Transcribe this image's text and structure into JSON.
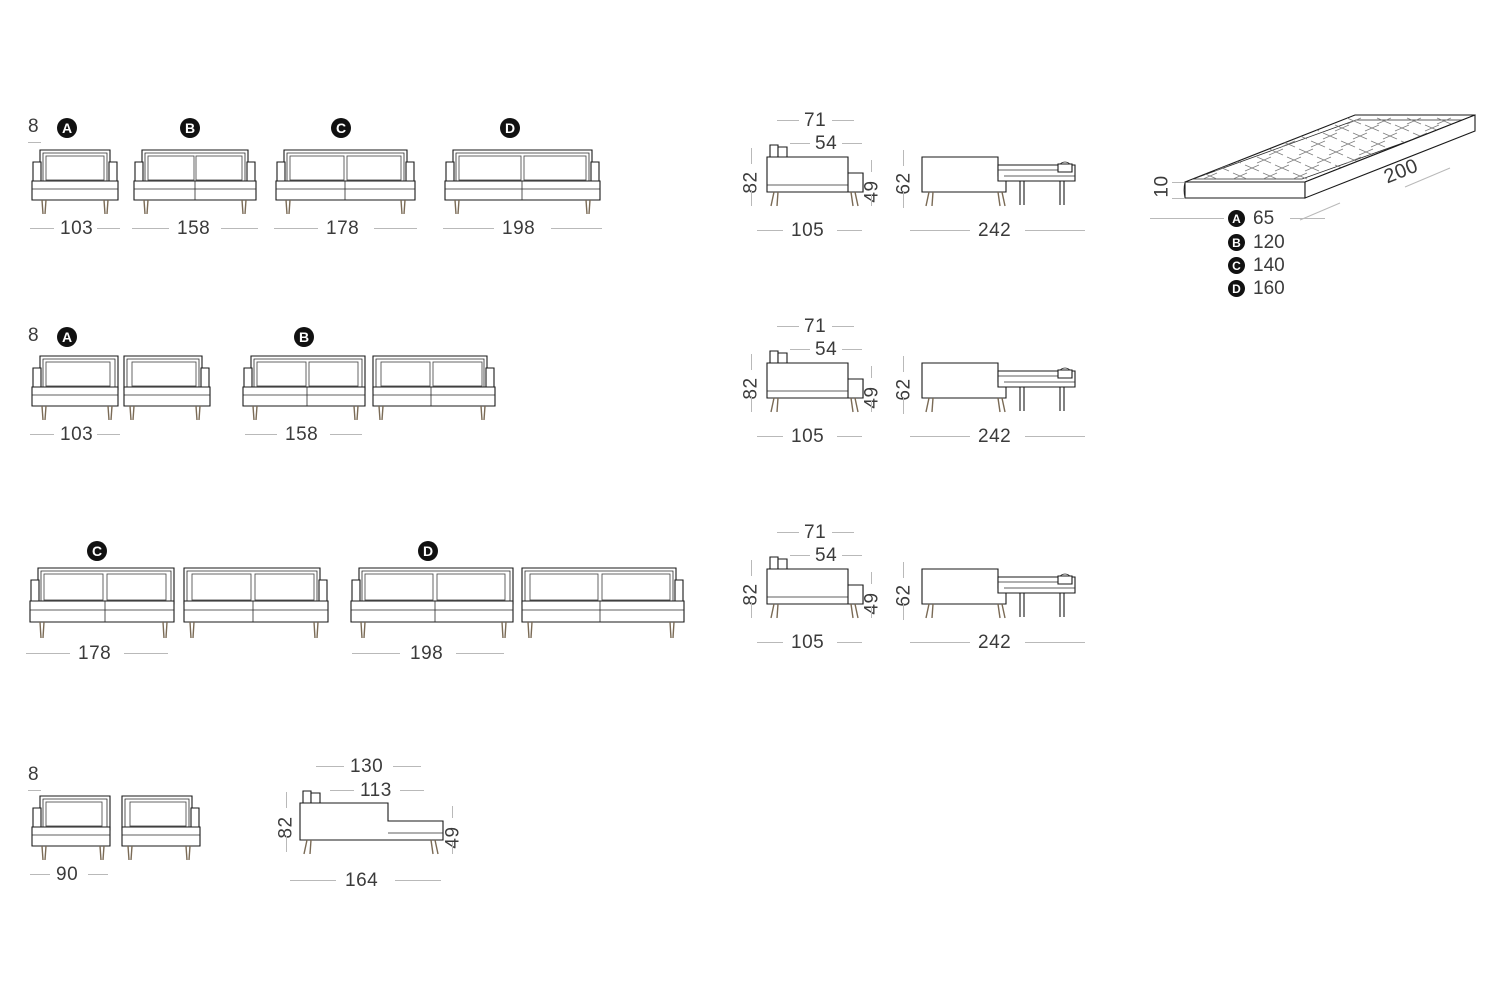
{
  "document": {
    "type": "technical-dimension-drawing",
    "units": "cm",
    "line_color": "#1a1a1a",
    "dimension_color": "#3b3b3b",
    "rule_color": "#b9b9b9",
    "badge_color": "#111111"
  },
  "rows": [
    {
      "id": "row-1",
      "note": "8",
      "front_views": [
        {
          "badge": "A",
          "width_label": "103"
        },
        {
          "badge": "B",
          "width_label": "158"
        },
        {
          "badge": "C",
          "width_label": "178"
        },
        {
          "badge": "D",
          "width_label": "198"
        }
      ],
      "side_views": {
        "closed": {
          "top_dim_outer": "71",
          "top_dim_inner": "54",
          "height_left": "82",
          "height_right": "49",
          "width": "105"
        },
        "open": {
          "height_left": "62",
          "width": "242"
        }
      }
    },
    {
      "id": "row-2",
      "note": "8",
      "front_views": [
        {
          "badge": "A",
          "width_label": "103"
        },
        {
          "badge": "",
          "width_label": ""
        },
        {
          "badge": "B",
          "width_label": "158"
        },
        {
          "badge": "",
          "width_label": ""
        }
      ],
      "side_views": {
        "closed": {
          "top_dim_outer": "71",
          "top_dim_inner": "54",
          "height_left": "82",
          "height_right": "49",
          "width": "105"
        },
        "open": {
          "height_left": "62",
          "width": "242"
        }
      }
    },
    {
      "id": "row-3",
      "note": "",
      "front_views": [
        {
          "badge": "C",
          "width_label": "178"
        },
        {
          "badge": "",
          "width_label": ""
        },
        {
          "badge": "D",
          "width_label": "198"
        },
        {
          "badge": "",
          "width_label": ""
        }
      ],
      "side_views": {
        "closed": {
          "top_dim_outer": "71",
          "top_dim_inner": "54",
          "height_left": "82",
          "height_right": "49",
          "width": "105"
        },
        "open": {
          "height_left": "62",
          "width": "242"
        }
      }
    },
    {
      "id": "row-4",
      "note": "8",
      "front_views": [
        {
          "badge": "",
          "width_label": "90"
        },
        {
          "badge": "",
          "width_label": ""
        }
      ],
      "chaise": {
        "top_dim_outer": "130",
        "top_dim_inner": "113",
        "height_left": "82",
        "height_right": "49",
        "width": "164"
      }
    }
  ],
  "mattress": {
    "thickness": "10",
    "length": "200",
    "sizes": [
      {
        "badge": "A",
        "value": "65"
      },
      {
        "badge": "B",
        "value": "120"
      },
      {
        "badge": "C",
        "value": "140"
      },
      {
        "badge": "D",
        "value": "160"
      }
    ]
  }
}
